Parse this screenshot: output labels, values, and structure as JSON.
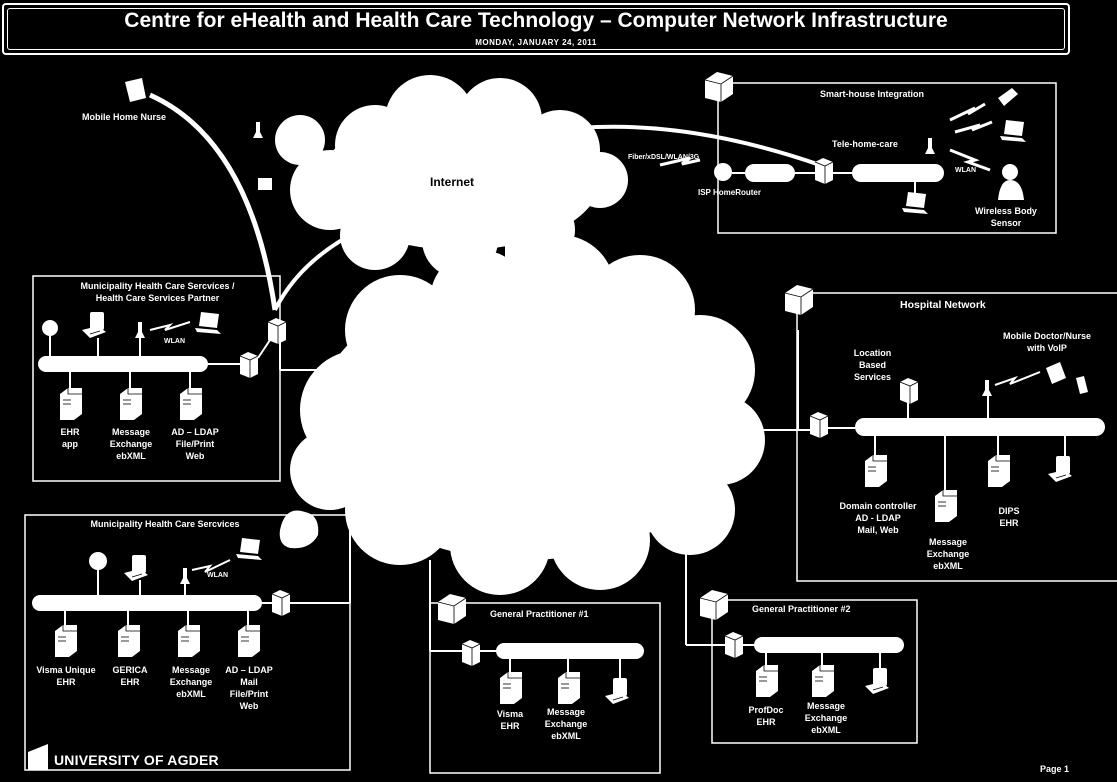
{
  "header": {
    "title": "Centre for eHealth and Health Care Technology – Computer Network Infrastructure",
    "date": "Monday, January 24, 2011"
  },
  "clouds": {
    "internet_label": "Internet",
    "center_label": ""
  },
  "mobile_home_nurse": {
    "label": "Mobile Home Nurse"
  },
  "smart_house": {
    "title": "Smart-house Integration",
    "tele_home_care": "Tele-home-care",
    "link_label": "Fiber/xDSL/WLAN/3G",
    "router_label": "ISP HomeRouter",
    "wlan_label": "WLAN",
    "sensor_label_line1": "Wireless Body",
    "sensor_label_line2": "Sensor"
  },
  "municipality_partner": {
    "title_line1": "Municipality Health Care Sercvices /",
    "title_line2": "Health Care Services Partner",
    "wlan_label": "WLAN",
    "servers": [
      {
        "line1": "EHR",
        "line2": "app",
        "line3": ""
      },
      {
        "line1": "Message",
        "line2": "Exchange",
        "line3": "ebXML"
      },
      {
        "line1": "AD – LDAP",
        "line2": "File/Print",
        "line3": "Web"
      }
    ]
  },
  "municipality": {
    "title": "Municipality Health Care Sercvices",
    "wlan_label": "WLAN",
    "servers": [
      {
        "line1": "Visma Unique",
        "line2": "EHR",
        "line3": ""
      },
      {
        "line1": "GERICA",
        "line2": "EHR",
        "line3": ""
      },
      {
        "line1": "Message",
        "line2": "Exchange",
        "line3": "ebXML"
      },
      {
        "line1": "AD – LDAP",
        "line2": "Mail",
        "line3": "File/Print",
        "line4": "Web"
      }
    ]
  },
  "hospital": {
    "title": "Hospital Network",
    "location_line1": "Location",
    "location_line2": "Based",
    "location_line3": "Services",
    "mobile_line1": "Mobile Doctor/Nurse",
    "mobile_line2": "with VoIP",
    "servers": [
      {
        "line1": "Domain controller",
        "line2": "AD - LDAP",
        "line3": "Mail, Web"
      },
      {
        "line1": "Message",
        "line2": "Exchange",
        "line3": "ebXML"
      },
      {
        "line1": "DIPS",
        "line2": "EHR",
        "line3": ""
      }
    ]
  },
  "gp1": {
    "title": "General Practitioner #1",
    "servers": [
      {
        "line1": "Visma",
        "line2": "EHR",
        "line3": ""
      },
      {
        "line1": "Message",
        "line2": "Exchange",
        "line3": "ebXML"
      }
    ]
  },
  "gp2": {
    "title": "General Practitioner #2",
    "servers": [
      {
        "line1": "ProfDoc",
        "line2": "EHR",
        "line3": ""
      },
      {
        "line1": "Message",
        "line2": "Exchange",
        "line3": "ebXML"
      }
    ]
  },
  "footer": {
    "university": "UNIVERSITY OF AGDER",
    "page": "Page 1"
  }
}
